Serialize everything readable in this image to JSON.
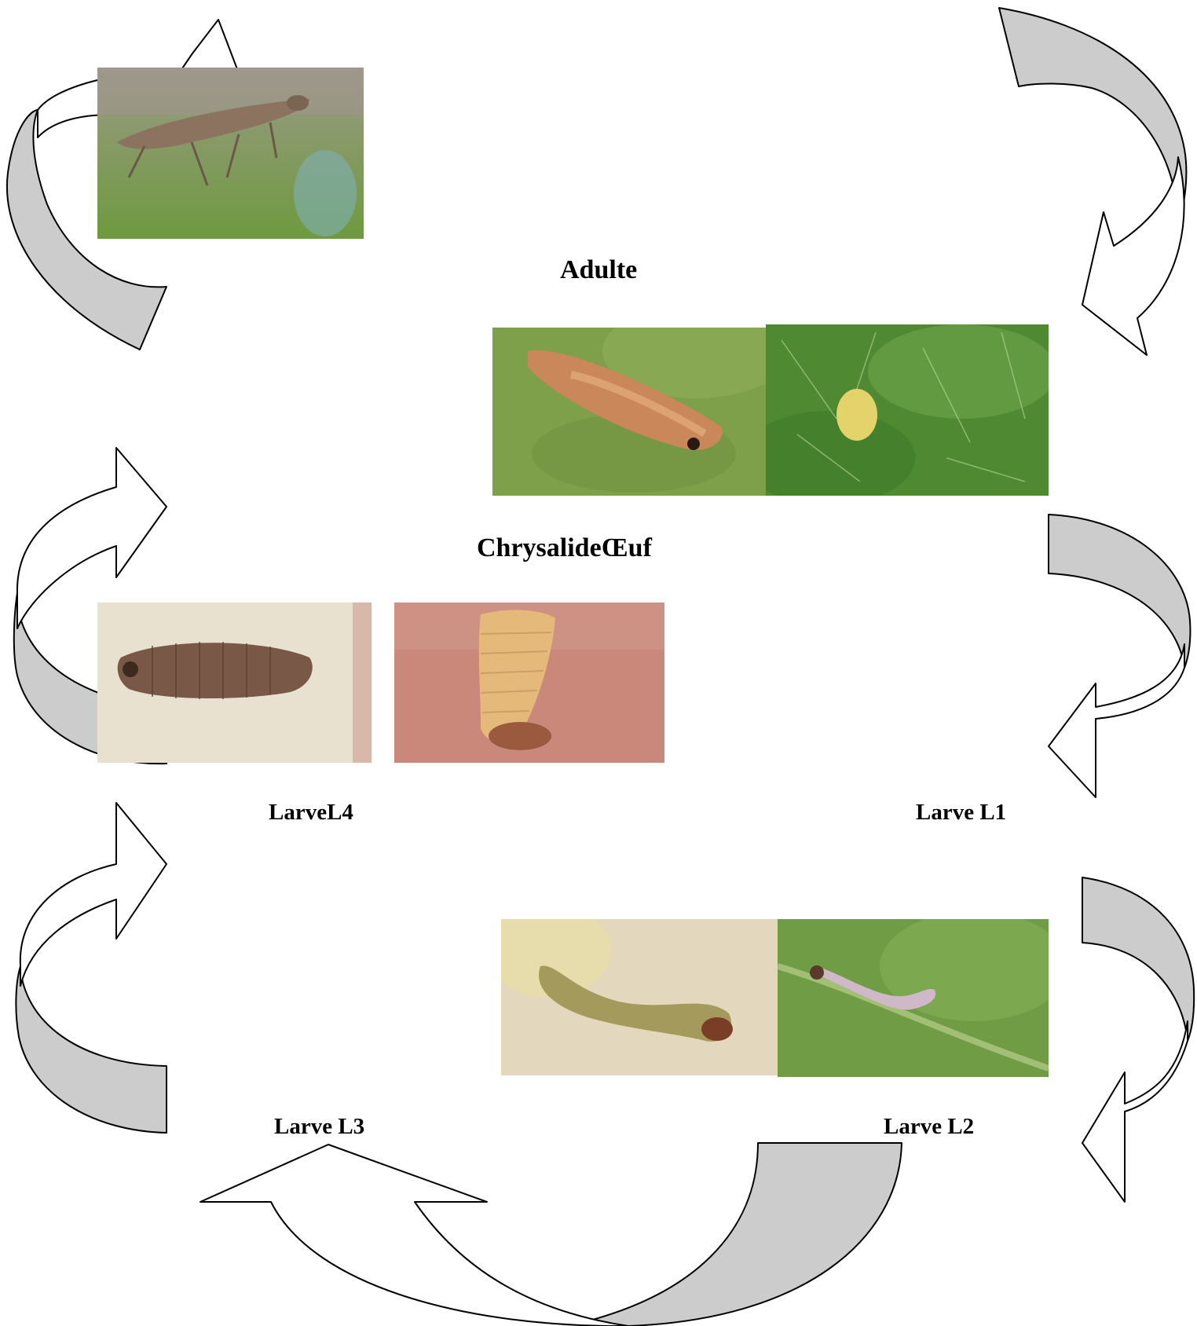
{
  "labels": {
    "adulte": "Adulte",
    "chrysalide_oeuf": "ChrysalideŒuf",
    "larve_l4": "LarveL4",
    "larve_l1": "Larve L1",
    "larve_l3": "Larve L3",
    "larve_l2": "Larve  L2"
  },
  "colors": {
    "arrow_fill": "#cccccc",
    "arrow_stroke": "#000000",
    "leaf_green": "#7fa04a",
    "pale_background": "#e8e1cf",
    "pink_background": "#c9887a"
  },
  "photos": [
    "adult-moth-on-leaf",
    "pupa-on-leaf",
    "egg-on-leaf",
    "larva-l4-on-paper",
    "larva-l4-emerging",
    "larva-l3-on-paper",
    "larva-l2-on-leaf"
  ]
}
